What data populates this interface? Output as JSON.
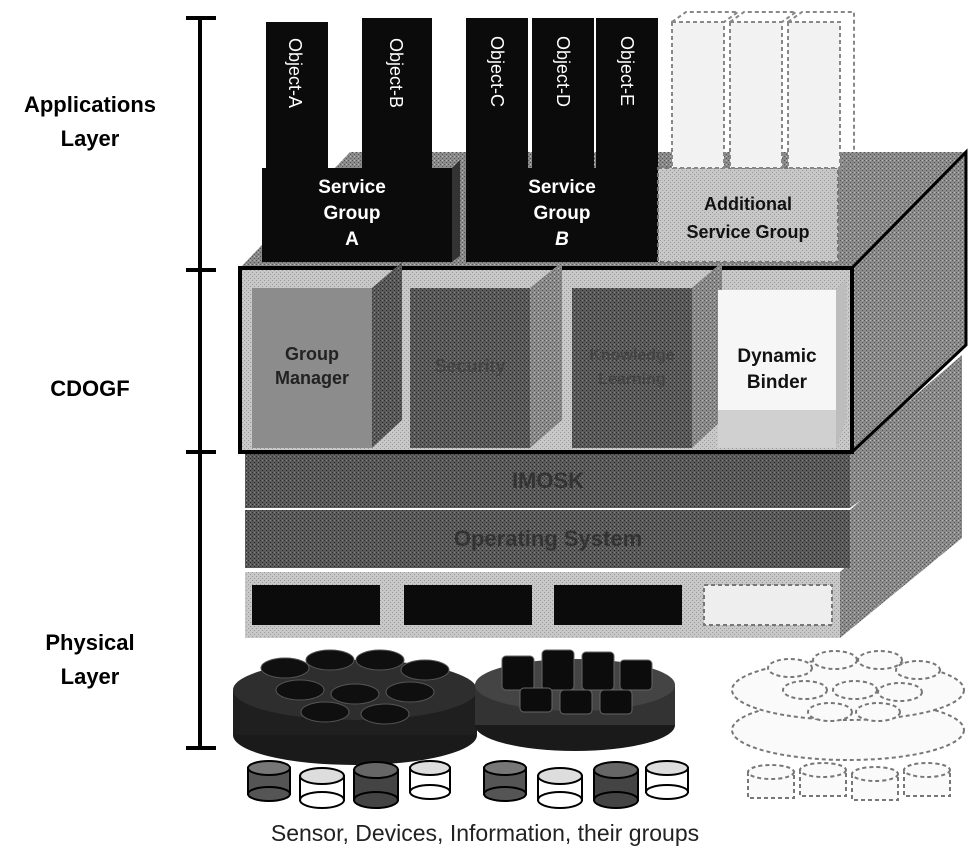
{
  "layers": {
    "applications": "Applications\nLayer",
    "cdogf": "CDOGF",
    "physical": "Physical\nLayer"
  },
  "objects": [
    "Object-A",
    "Object-B",
    "Object-C",
    "Object-D",
    "Object-E"
  ],
  "service_groups": {
    "a": [
      "Service",
      "Group",
      "A"
    ],
    "b": [
      "Service",
      "Group",
      "B"
    ],
    "additional": [
      "Additional",
      "Service Group"
    ]
  },
  "cdogf_modules": {
    "group_manager": [
      "Group",
      "Manager"
    ],
    "security": "Security",
    "knowledge": [
      "Knowledge",
      "Learning"
    ],
    "dynamic_binder": [
      "Dynamic",
      "Binder"
    ]
  },
  "middleware": "IMOSK",
  "os": "Operating System",
  "caption": "Sensor, Devices, Information, their groups",
  "colors": {
    "dark": "#0b0b0b",
    "mid_gray": "#7a7a7a",
    "light_gray": "#bdbdbd",
    "dashed": "#8f8f8f"
  }
}
